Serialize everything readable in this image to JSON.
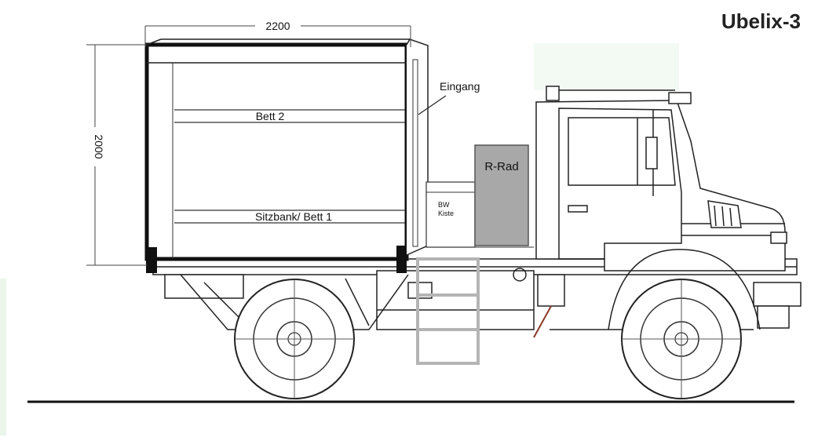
{
  "title": "Ubelix-3",
  "dimensions": {
    "width": "2200",
    "height": "2000"
  },
  "labels": {
    "entrance": "Eingang",
    "bed2": "Bett 2",
    "bench_bed1": "Sitzbank/ Bett 1",
    "spare_wheel": "R-Rad",
    "bw_box_line1": "BW",
    "bw_box_line2": "Kiste"
  },
  "colors": {
    "spare_wheel_fill": "#a8a8a8",
    "ladder": "#b4b4b4",
    "outline": "#111111"
  }
}
